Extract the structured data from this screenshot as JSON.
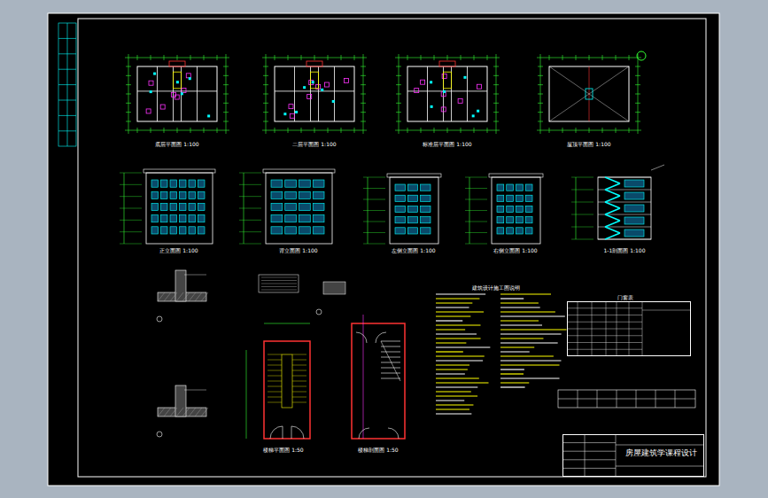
{
  "diagram": {
    "nodes": [
      {
        "text": [
          "房屋建筑学课程设计"
        ]
      },
      {
        "text": [
          "门窗表"
        ]
      }
    ],
    "labels": [
      "底层平面图 1:100",
      "二层平面图 1:100",
      "标准层平面图 1:100",
      "屋顶平面图 1:100",
      "正立面图 1:100",
      "背立面图 1:100",
      "左侧立面图 1:100",
      "右侧立面图 1:100",
      "1-1剖面图 1:100",
      "建筑设计施工图说明",
      "楼梯平面图 1:50",
      "楼梯剖面图 1:50"
    ]
  }
}
